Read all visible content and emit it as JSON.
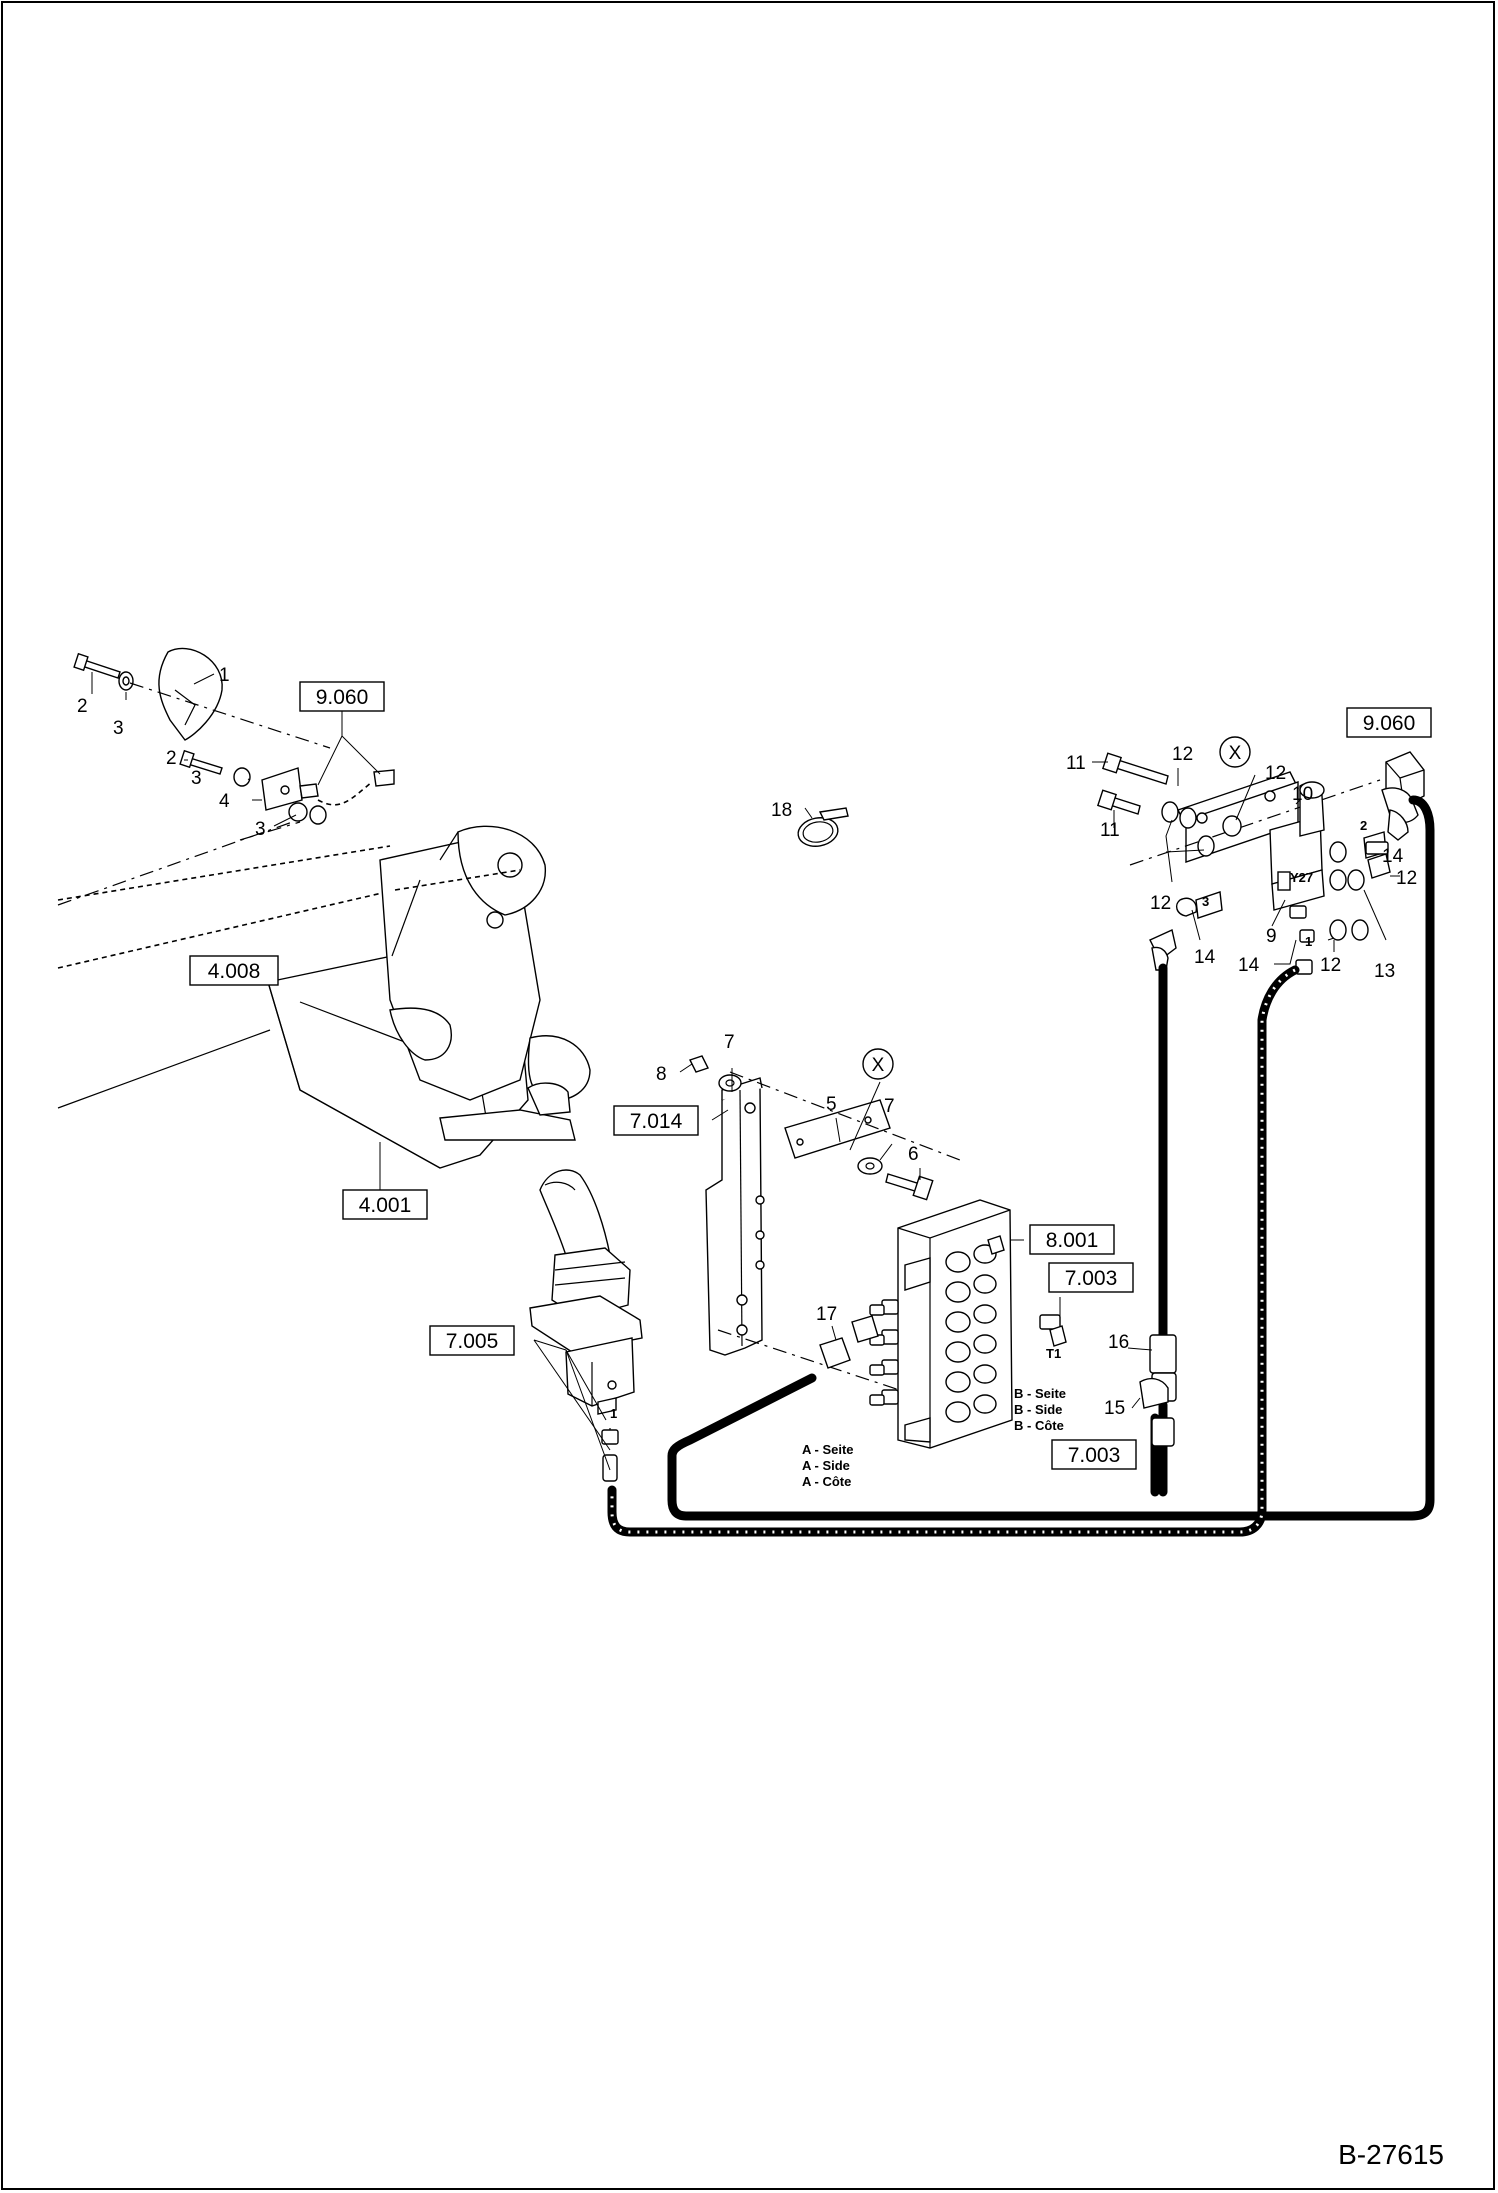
{
  "drawing_number": "B-27615",
  "reference_boxes": [
    "9.060",
    "4.008",
    "4.001",
    "7.014",
    "8.001",
    "7.003",
    "7.005",
    "9.060",
    "7.003"
  ],
  "callouts": [
    "1",
    "2",
    "3",
    "2",
    "3",
    "4",
    "3",
    "18",
    "11",
    "12",
    "12",
    "10",
    "11",
    "12",
    "12",
    "14",
    "14",
    "9",
    "14",
    "12",
    "13",
    "7",
    "8",
    "5",
    "7",
    "6",
    "17",
    "16",
    "15"
  ],
  "detail_marks": [
    "X",
    "X"
  ],
  "port_labels": [
    "3",
    "1",
    "2",
    "T1",
    "1"
  ],
  "valve_tag": "Y27",
  "side_a": [
    "A - Seite",
    "A - Side",
    "A - Côte"
  ],
  "side_b": [
    "B - Seite",
    "B - Side",
    "B - Côte"
  ]
}
